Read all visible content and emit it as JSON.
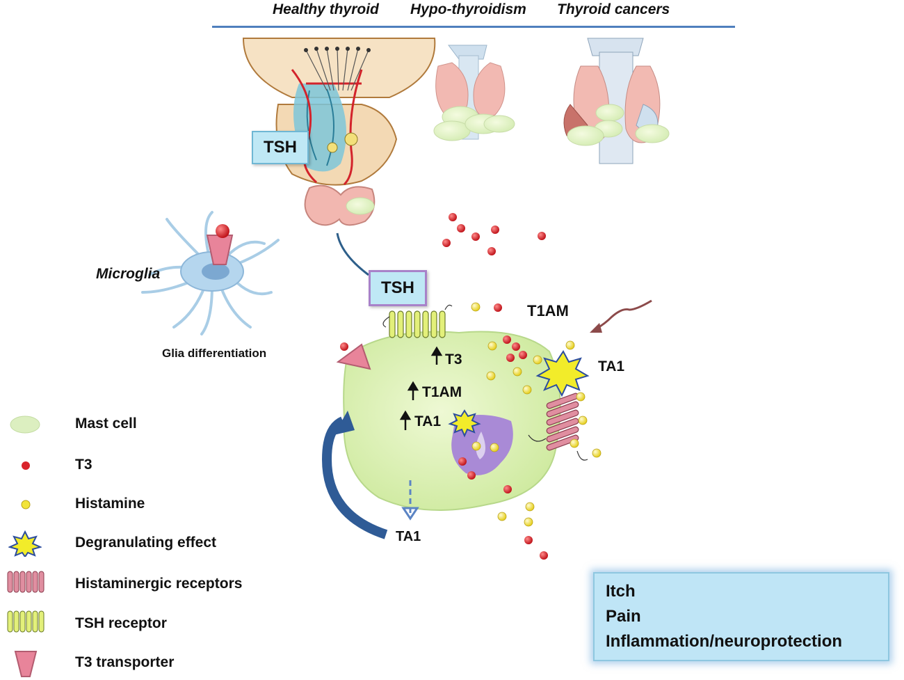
{
  "header": {
    "col1": "Healthy thyroid",
    "col2": "Hypo-thyroidism",
    "col3": "Thyroid cancers"
  },
  "tsh_top": "TSH",
  "tsh_mid": "TSH",
  "microglia": {
    "label": "Microglia",
    "caption": "Glia differentiation"
  },
  "cell": {
    "t1am_outside": "T1AM",
    "ta1_outside": "TA1",
    "up_t3": "T3",
    "up_t1am": "T1AM",
    "up_ta1": "TA1",
    "ta1_bottom": "TA1"
  },
  "legend": [
    {
      "icon": "mast-cell-icon",
      "label": "Mast cell"
    },
    {
      "icon": "t3-dot-icon",
      "label": "T3"
    },
    {
      "icon": "histamine-dot-icon",
      "label": "Histamine"
    },
    {
      "icon": "degranulating-burst-icon",
      "label": "Degranulating effect"
    },
    {
      "icon": "histaminergic-receptor-icon",
      "label": "Histaminergic receptors"
    },
    {
      "icon": "tsh-receptor-icon",
      "label": "TSH receptor"
    },
    {
      "icon": "t3-transporter-icon",
      "label": "T3 transporter"
    }
  ],
  "outcomes": {
    "line1": "Itch",
    "line2": "Pain",
    "line3": "Inflammation/neuroprotection"
  },
  "colors": {
    "mast_cell": "#d8f0b0",
    "t3": "#d9232b",
    "histamine": "#f2e43a",
    "nucleus": "#a98ad6",
    "receptor_pink": "#e28a9e",
    "tsh_receptor": "#e3f07a",
    "header_line": "#4f7fbd"
  }
}
